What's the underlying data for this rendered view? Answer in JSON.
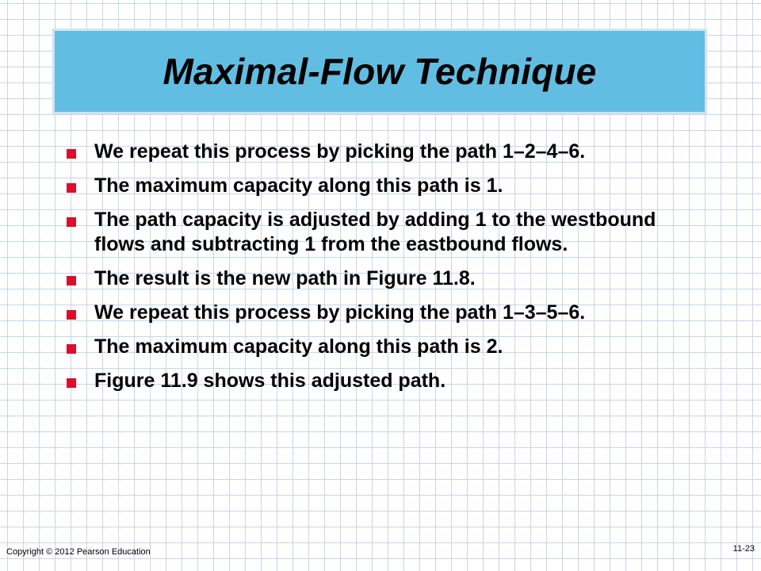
{
  "slide": {
    "title": "Maximal-Flow Technique",
    "bullets": [
      "We repeat this process by picking the path 1–2–4–6.",
      "The maximum capacity along this path is 1.",
      "The path capacity is adjusted by adding 1 to the westbound flows and subtracting 1 from the eastbound flows.",
      "The result is the new path in Figure 11.8.",
      "We repeat this process by picking the path 1–3–5–6.",
      "The maximum capacity along this path is 2.",
      "Figure 11.9 shows this adjusted path."
    ]
  },
  "footer": {
    "copyright": "Copyright © 2012 Pearson Education",
    "page_number": "11-23"
  },
  "colors": {
    "title_bar": "#62bde2",
    "bullet_marker": "#d90f2b",
    "grid_line": "#c6d4ee"
  }
}
